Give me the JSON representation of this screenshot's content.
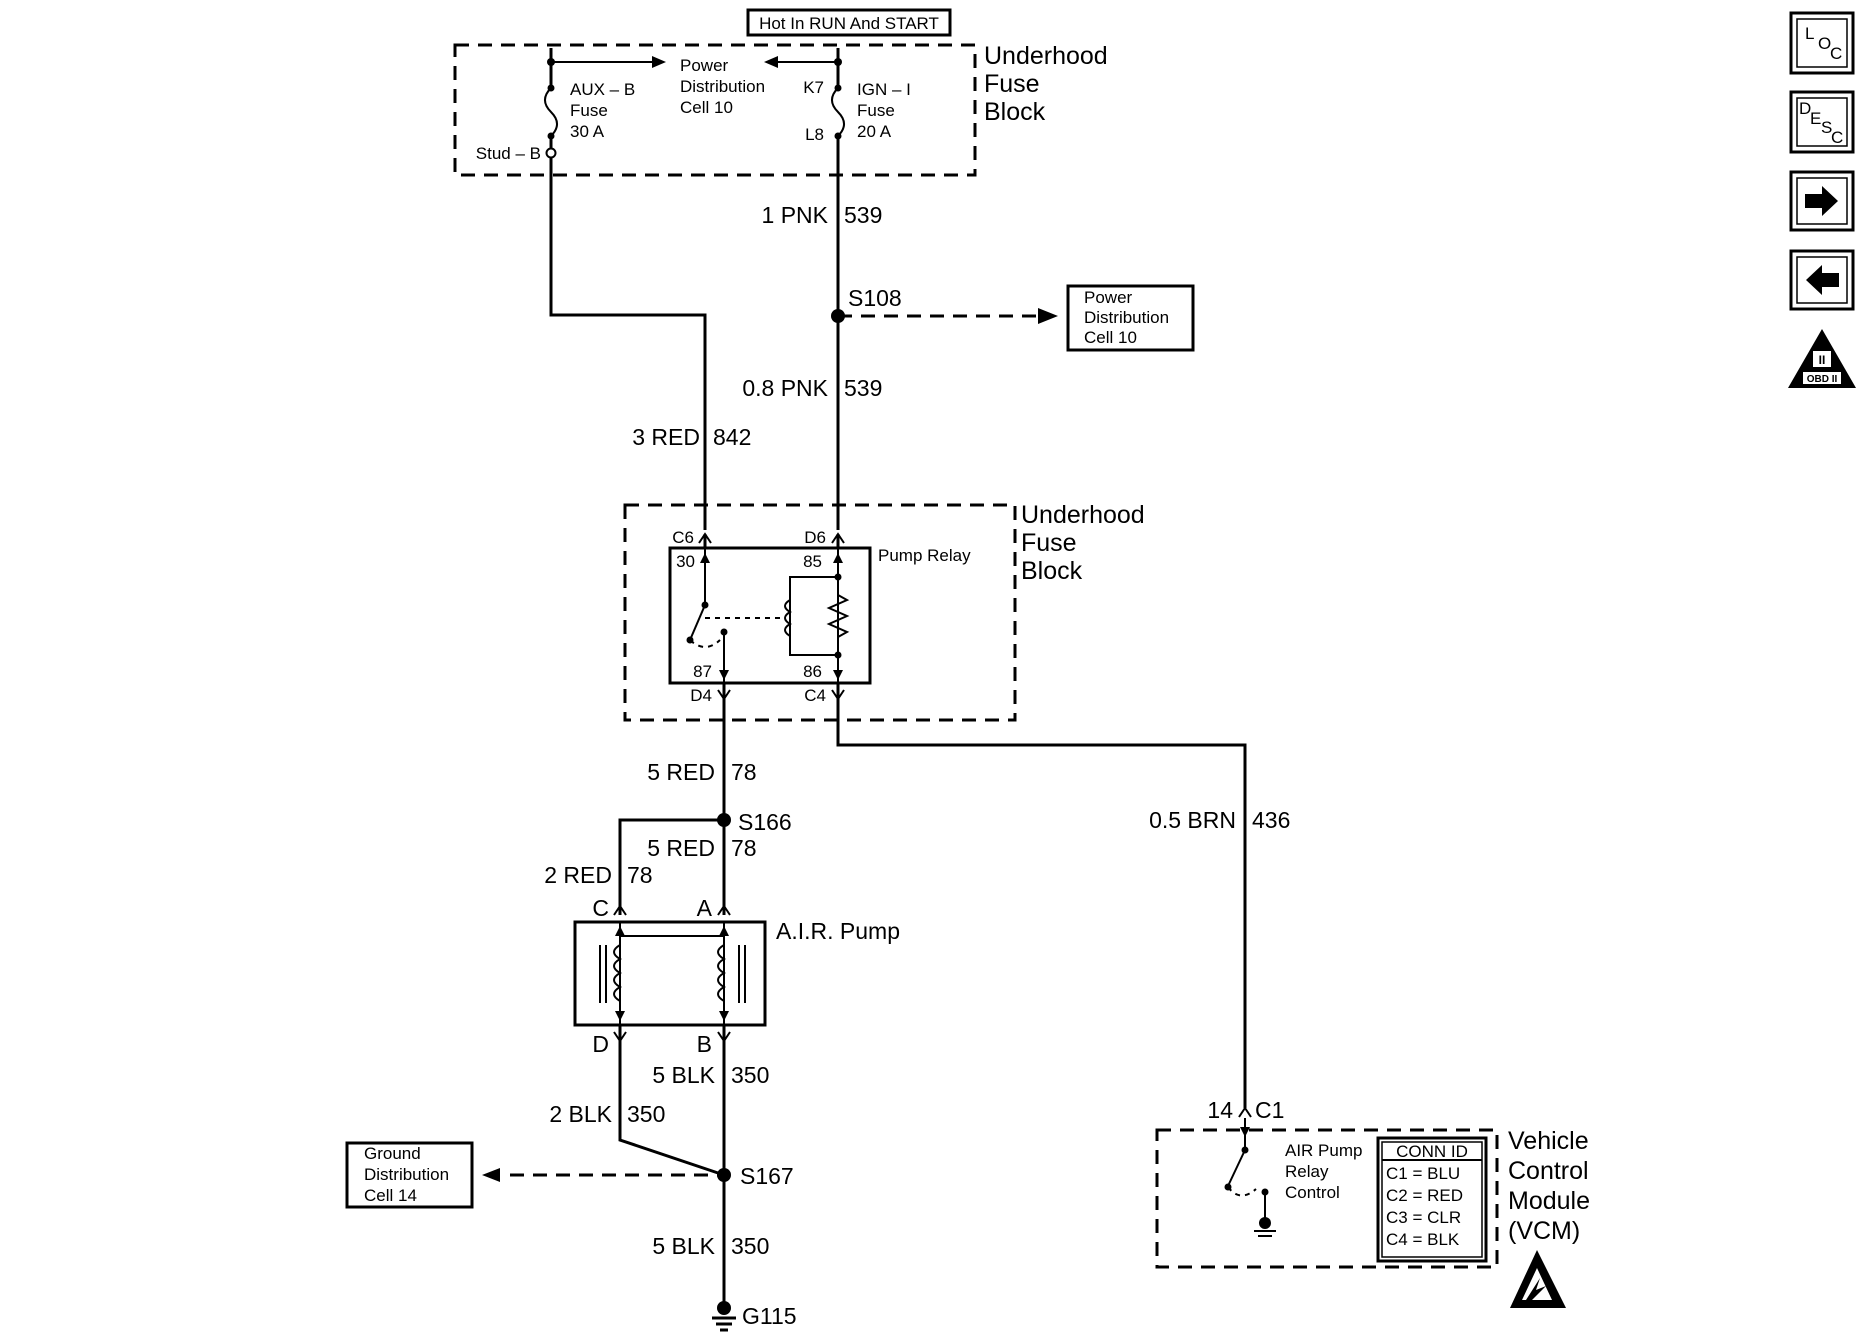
{
  "header": {
    "hot_label": "Hot In RUN And START"
  },
  "fuse_block_top": {
    "title_lines": [
      "Underhood",
      "Fuse",
      "Block"
    ],
    "aux_fuse_lines": [
      "AUX – B",
      "Fuse",
      "30 A"
    ],
    "ign_fuse_lines": [
      "IGN – I",
      "Fuse",
      "20 A"
    ],
    "power_dist_lines": [
      "Power",
      "Distribution",
      "Cell 10"
    ],
    "stud_label": "Stud – B",
    "k7_label": "K7",
    "l8_label": "L8"
  },
  "wires": {
    "w539_top": "1 PNK",
    "w539_top_num": "539",
    "w539_lower": "0.8 PNK",
    "w539_lower_num": "539",
    "w842": "3 RED",
    "w842_num": "842",
    "w78_a": "5 RED",
    "w78_a_num": "78",
    "w78_b": "5 RED",
    "w78_b_num": "78",
    "w78_c": "2 RED",
    "w78_c_num": "78",
    "w436": "0.5 BRN",
    "w436_num": "436",
    "w350_b": "5 BLK",
    "w350_b_num": "350",
    "w350_d": "2 BLK",
    "w350_d_num": "350",
    "w350_g": "5 BLK",
    "w350_g_num": "350"
  },
  "splices": {
    "s108": "S108",
    "s166": "S166",
    "s167": "S167"
  },
  "power_dist_ref_lines": [
    "Power",
    "Distribution",
    "Cell 10"
  ],
  "ground_dist_ref_lines": [
    "Ground",
    "Distribution",
    "Cell 14"
  ],
  "relay": {
    "title_lines": [
      "Underhood",
      "Fuse",
      "Block"
    ],
    "name": "Pump Relay",
    "c6": "C6",
    "d6": "D6",
    "d4": "D4",
    "c4": "C4",
    "p30": "30",
    "p85": "85",
    "p87": "87",
    "p86": "86"
  },
  "air_pump": {
    "name": "A.I.R. Pump",
    "c": "C",
    "a": "A",
    "d": "D",
    "b": "B"
  },
  "vcm": {
    "title_lines": [
      "Vehicle",
      "Control",
      "Module",
      "(VCM)"
    ],
    "control_lines": [
      "AIR Pump",
      "Relay",
      "Control"
    ],
    "pin": "14",
    "conn": "C1",
    "conn_id_title": "CONN ID",
    "conn_ids": [
      "C1 = BLU",
      "C2 = RED",
      "C3 = CLR",
      "C4 = BLK"
    ]
  },
  "ground": {
    "label": "G115"
  },
  "nav": {
    "loc_letters": [
      "L",
      "O",
      "C"
    ],
    "desc_letters": [
      "D",
      "E",
      "S",
      "C"
    ],
    "obd_label": "OBD II",
    "obd_roman": "II"
  }
}
